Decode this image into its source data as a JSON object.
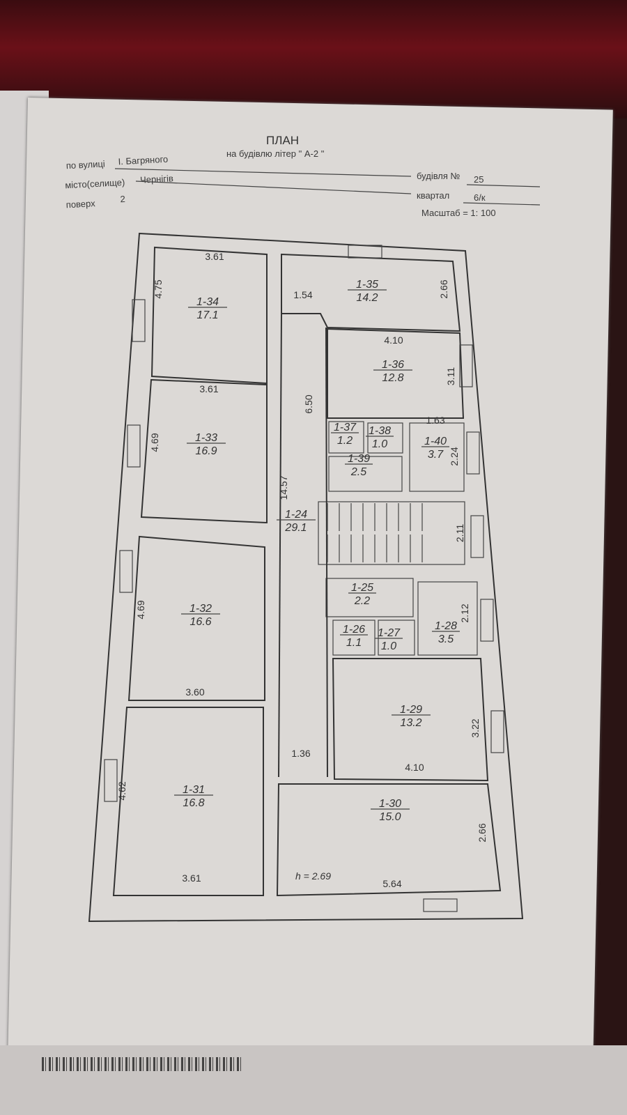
{
  "header": {
    "title": "ПЛАН",
    "subtitle": "на будівлю літер \" А-2        \"",
    "street_label": "по вулиці",
    "street_value": "І. Багряного",
    "city_label": "місто(селище)",
    "city_value": "Чернігів",
    "floor_label": "поверх",
    "floor_value": "2",
    "building_label": "будівля №",
    "building_value": "25",
    "block_label": "квартал",
    "block_value": "6/к",
    "scale_label": "Масштаб = 1: 100"
  },
  "rooms": [
    {
      "id": "1-34",
      "area": "17.1"
    },
    {
      "id": "1-33",
      "area": "16.9"
    },
    {
      "id": "1-32",
      "area": "16.6"
    },
    {
      "id": "1-31",
      "area": "16.8"
    },
    {
      "id": "1-35",
      "area": "14.2"
    },
    {
      "id": "1-36",
      "area": "12.8"
    },
    {
      "id": "1-37",
      "area": "1.2"
    },
    {
      "id": "1-38",
      "area": "1.0"
    },
    {
      "id": "1-39",
      "area": "2.5"
    },
    {
      "id": "1-40",
      "area": "3.7"
    },
    {
      "id": "1-24",
      "area": "29.1"
    },
    {
      "id": "1-25",
      "area": "2.2"
    },
    {
      "id": "1-26",
      "area": "1.1"
    },
    {
      "id": "1-27",
      "area": "1.0"
    },
    {
      "id": "1-28",
      "area": "3.5"
    },
    {
      "id": "1-29",
      "area": "13.2"
    },
    {
      "id": "1-30",
      "area": "15.0"
    }
  ],
  "dimensions": [
    "3.61",
    "4.75",
    "1.54",
    "2.66",
    "4.10",
    "3.11",
    "3.61",
    "6.50",
    "4.69",
    "1.63",
    "2.24",
    "14.57",
    "2.11",
    "4.69",
    "2.12",
    "3.60",
    "3.22",
    "1.36",
    "4.10",
    "4.62",
    "2.66",
    "3.61",
    "5.64"
  ],
  "ceiling_height": "h = 2.69"
}
